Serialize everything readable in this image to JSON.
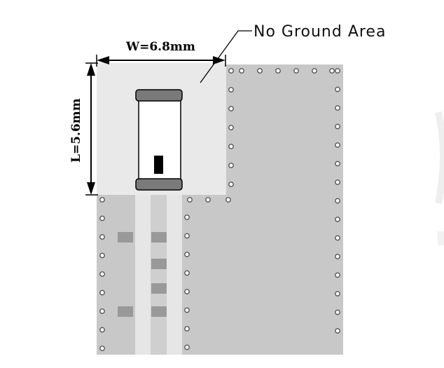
{
  "labels": {
    "width_dimension": "W=6.8mm",
    "length_dimension": "L=5.6mm",
    "callout": "No Ground Area"
  },
  "colors": {
    "background": "#ffffff",
    "ground_plane": "#c8c8c8",
    "no_ground_area": "#e9e9e9",
    "trace_gap": "#e6e6e6",
    "trace": "#cfcfcf",
    "pad": "#999999",
    "via_fill": "#ffffff",
    "via_stroke": "#555555",
    "component_cap": "#7a7a7a",
    "component_body": "#ffffff",
    "component_marker": "#000000",
    "outline": "#000000"
  }
}
